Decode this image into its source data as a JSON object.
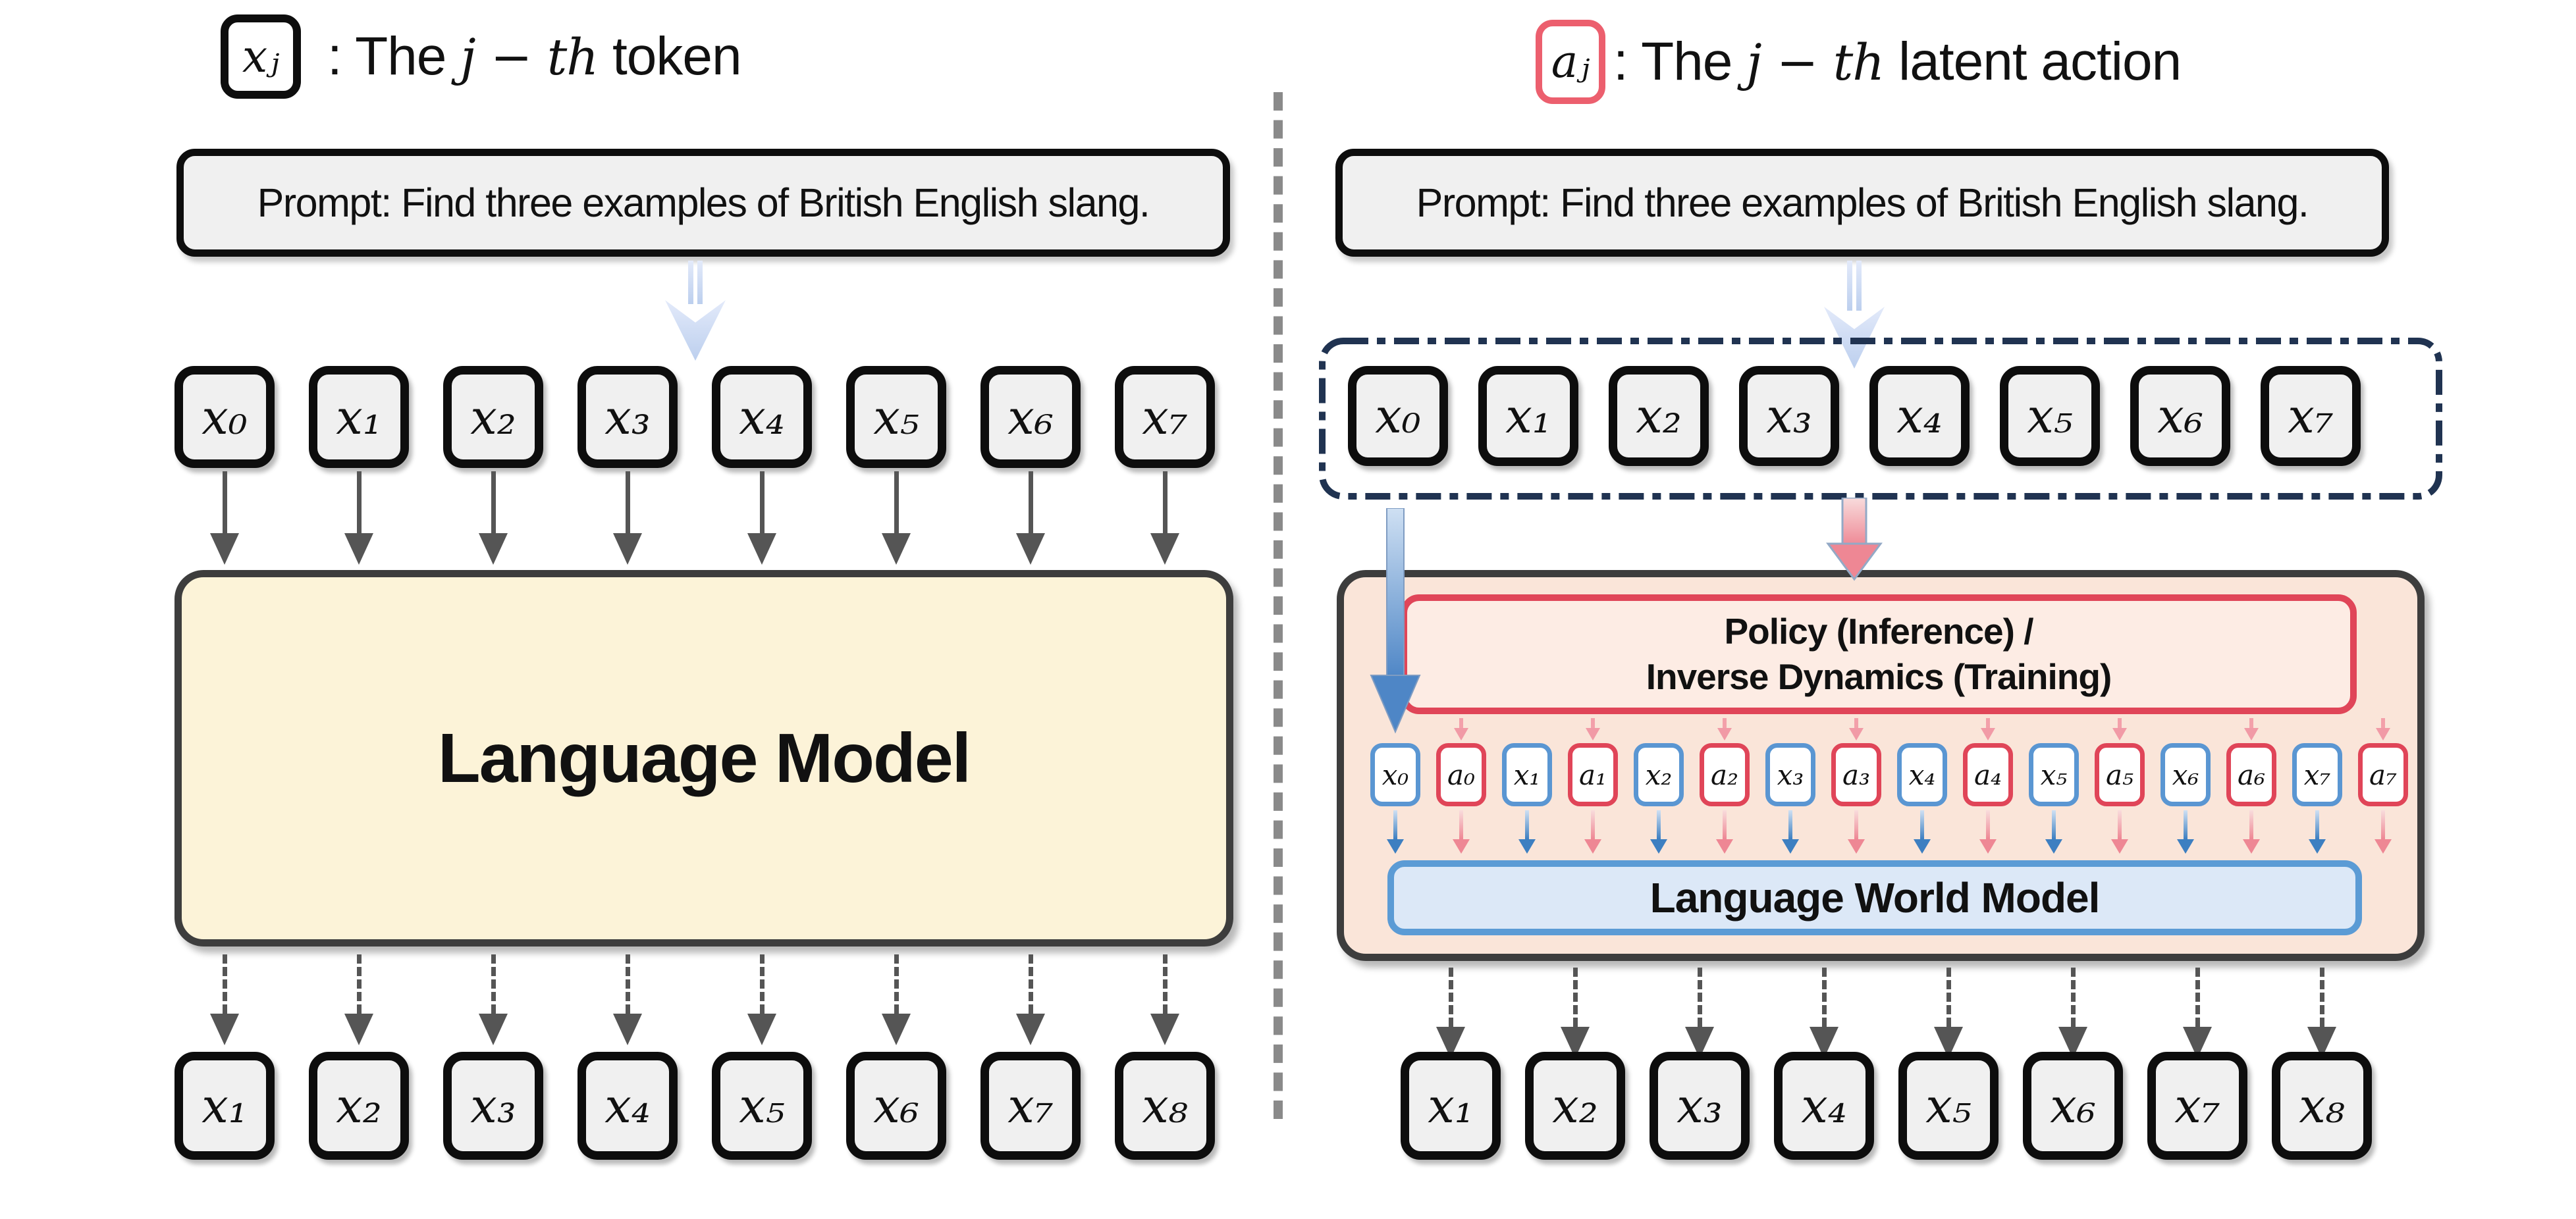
{
  "colors": {
    "token_fill": "#f0f0f0",
    "token_border": "#0d0d0d",
    "lm_fill": "#fcf3d8",
    "dark_border": "#3d3d3d",
    "pink_fill": "#fae5d9",
    "policy_fill": "#fdece4",
    "red": "#e04558",
    "legend_red": "#ec5f6e",
    "lwm_fill": "#dce8f7",
    "blue": "#5b9bd5",
    "mini_blue": "#5a96d2",
    "navy": "#203351",
    "divider": "#8a8a8a",
    "arrow_gray": "#555555"
  },
  "legend_left": {
    "token": "xⱼ",
    "prefix": ": The ",
    "math": "j − th",
    "suffix": " token"
  },
  "legend_right": {
    "token": "aⱼ",
    "prefix": ": The ",
    "math": "j − th",
    "suffix": " latent action"
  },
  "left": {
    "prompt": "Prompt: Find three examples of British English slang.",
    "model_label": "Language Model",
    "input_tokens": [
      "x₀",
      "x₁",
      "x₂",
      "x₃",
      "x₄",
      "x₅",
      "x₆",
      "x₇"
    ],
    "output_tokens": [
      "x₁",
      "x₂",
      "x₃",
      "x₄",
      "x₅",
      "x₆",
      "x₇",
      "x₈"
    ]
  },
  "right": {
    "prompt": "Prompt: Find three examples of British English slang.",
    "policy_label_line1": "Policy (Inference) /",
    "policy_label_line2": "Inverse Dynamics (Training)",
    "world_model_label": "Language World Model",
    "input_tokens": [
      "x₀",
      "x₁",
      "x₂",
      "x₃",
      "x₄",
      "x₅",
      "x₆",
      "x₇"
    ],
    "interleaved_tokens": [
      "x₀",
      "a₀",
      "x₁",
      "a₁",
      "x₂",
      "a₂",
      "x₃",
      "a₃",
      "x₄",
      "a₄",
      "x₅",
      "a₅",
      "x₆",
      "a₆",
      "x₇",
      "a₇"
    ],
    "output_tokens": [
      "x₁",
      "x₂",
      "x₃",
      "x₄",
      "x₅",
      "x₆",
      "x₇",
      "x₈"
    ]
  }
}
